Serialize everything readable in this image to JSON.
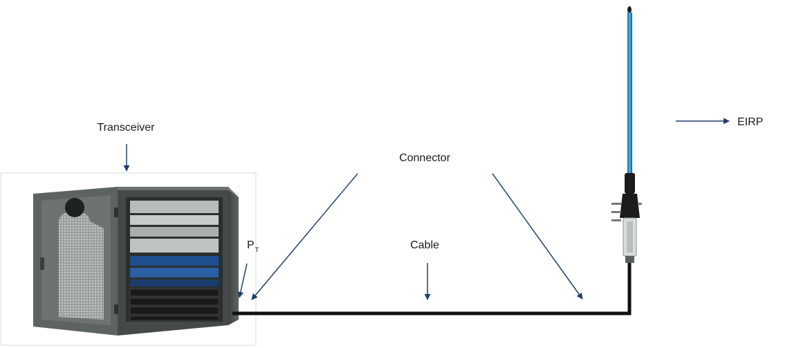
{
  "labels": {
    "transceiver": "Transceiver",
    "connector": "Connector",
    "cable": "Cable",
    "power": "P",
    "power_subscript": "T",
    "eirp": "EIRP"
  },
  "colors": {
    "arrow": "#1f3d6b",
    "cable": "#111111",
    "cabinet_body": "#4f5453",
    "cabinet_door": "#5a605f",
    "cabinet_frame_border": "#cfd4d4",
    "antenna_rod": "#2a8fc4",
    "antenna_base": "#1c1c1c"
  },
  "icons": {
    "transceiver": "server-cabinet-icon",
    "antenna": "antenna-icon"
  }
}
